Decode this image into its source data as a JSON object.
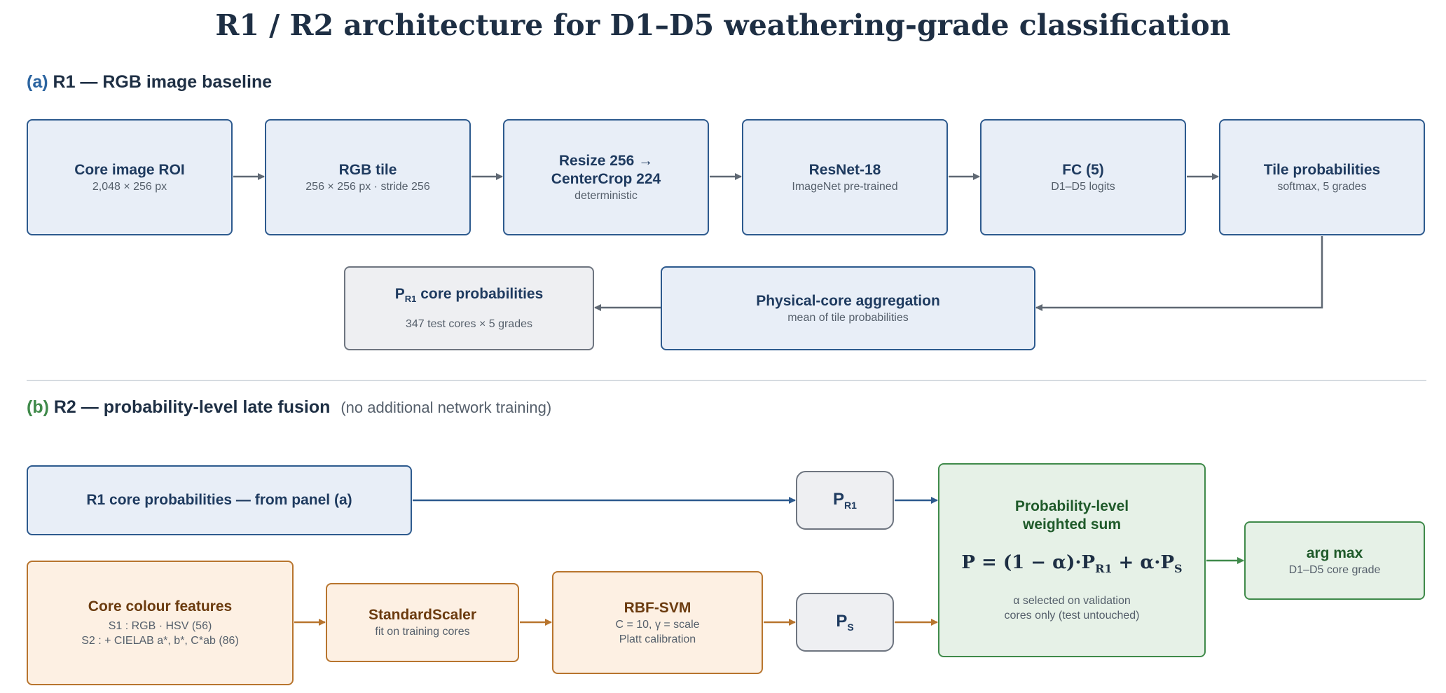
{
  "title": "R1 / R2 architecture for D1–D5 weathering-grade classification",
  "panel_a": {
    "tag": "(a)",
    "label": "R1 — RGB image baseline",
    "steps": [
      {
        "title": "Core image ROI",
        "sub": "2,048 × 256 px"
      },
      {
        "title": "RGB tile",
        "sub": "256 × 256 px · stride 256"
      },
      {
        "title": "Resize 256 →",
        "title2": "CenterCrop 224",
        "sub": "deterministic"
      },
      {
        "title": "ResNet-18",
        "sub": "ImageNet pre-trained"
      },
      {
        "title": "FC (5)",
        "sub": "D1–D5 logits"
      },
      {
        "title": "Tile probabilities",
        "sub": "softmax, 5 grades"
      }
    ],
    "aggregation": {
      "title": "Physical-core aggregation",
      "sub": "mean of tile probabilities"
    },
    "output": {
      "symbol": "P",
      "subscript": "R1",
      "title": "core probabilities",
      "sub": "347 test cores × 5 grades"
    }
  },
  "panel_b": {
    "tag": "(b)",
    "label": "R2 — probability-level late fusion",
    "note": "(no additional network training)",
    "r1_input": "R1 core probabilities  —  from panel (a)",
    "p_r1": {
      "symbol": "P",
      "subscript": "R1"
    },
    "p_s": {
      "symbol": "P",
      "subscript": "S"
    },
    "features": {
      "title": "Core colour features",
      "line1": "S1 : RGB · HSV  (56)",
      "line2": "S2 : + CIELAB a*, b*, C*ab  (86)"
    },
    "scaler": {
      "title": "StandardScaler",
      "sub": "fit on training cores"
    },
    "svm": {
      "title": "RBF-SVM",
      "line1": "C = 10, γ = scale",
      "line2": "Platt calibration"
    },
    "fusion": {
      "title1": "Probability-level",
      "title2": "weighted sum",
      "f_left": "P = (1 − α)·P",
      "f_sub1": "R1",
      "f_mid": " + α·P",
      "f_sub2": "S",
      "note1": "α selected on validation",
      "note2": "cores only (test untouched)"
    },
    "argmax": {
      "title": "arg max",
      "sub": "D1–D5 core grade"
    }
  },
  "colors": {
    "blue_arrow": "#2d5a8e",
    "orange_arrow": "#b8752e",
    "green_arrow": "#3f8a4a",
    "gray_arrow": "#5f6873"
  }
}
